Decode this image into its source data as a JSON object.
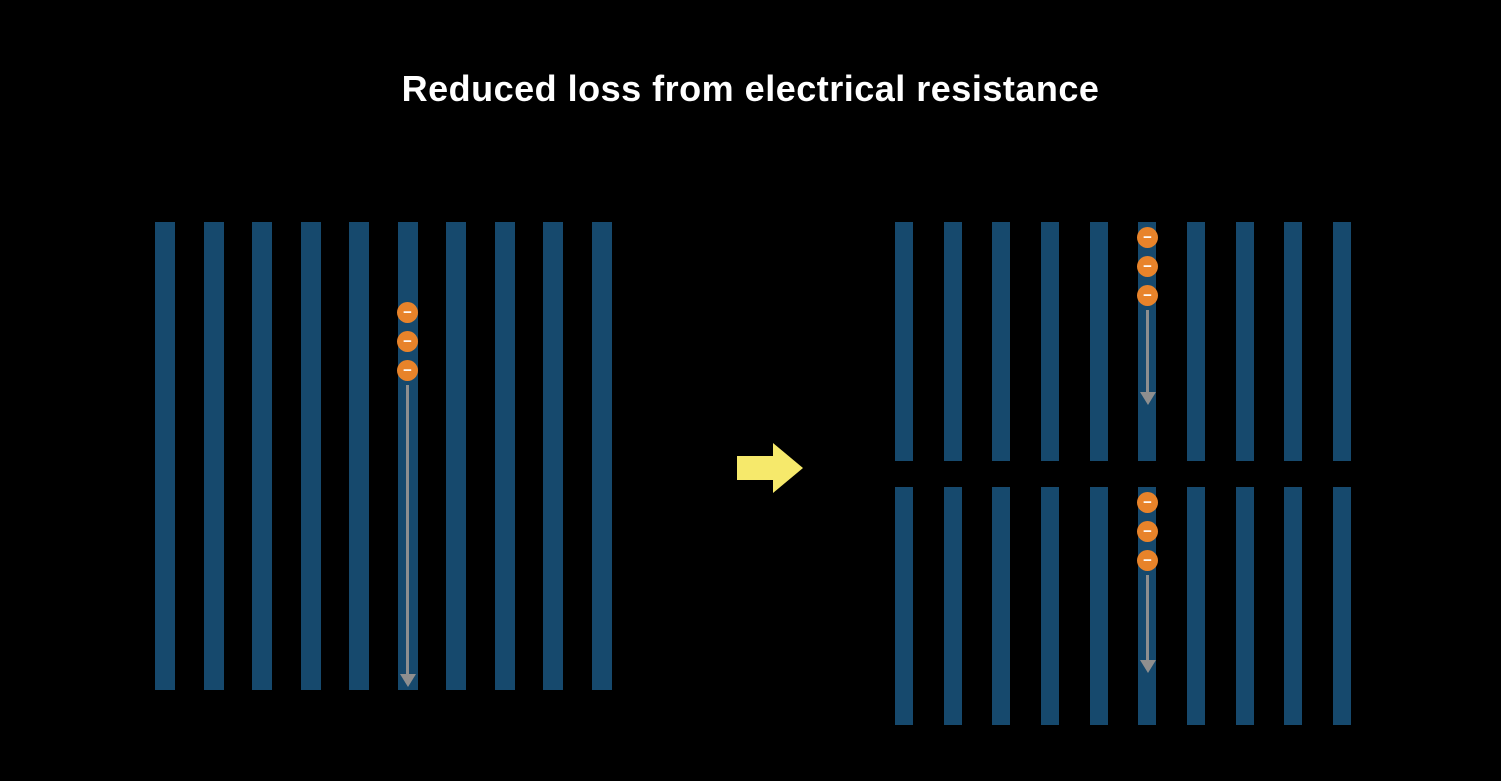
{
  "title": "Reduced loss from electrical resistance",
  "electron_symbol": "−",
  "colors": {
    "background": "#000000",
    "title_text": "#ffffff",
    "bar": "#16496d",
    "electron": "#e8832a",
    "electron_symbol_color": "#ffffff",
    "flow_arrow": "#8f8f8f",
    "transition_arrow": "#f6e96b"
  },
  "panels": {
    "before": {
      "bar_count": 10,
      "electron_count": 3,
      "electron_bar_index": 5
    },
    "after_top": {
      "bar_count": 10,
      "electron_count": 3,
      "electron_bar_index": 5
    },
    "after_bottom": {
      "bar_count": 10,
      "electron_count": 3,
      "electron_bar_index": 5
    }
  }
}
